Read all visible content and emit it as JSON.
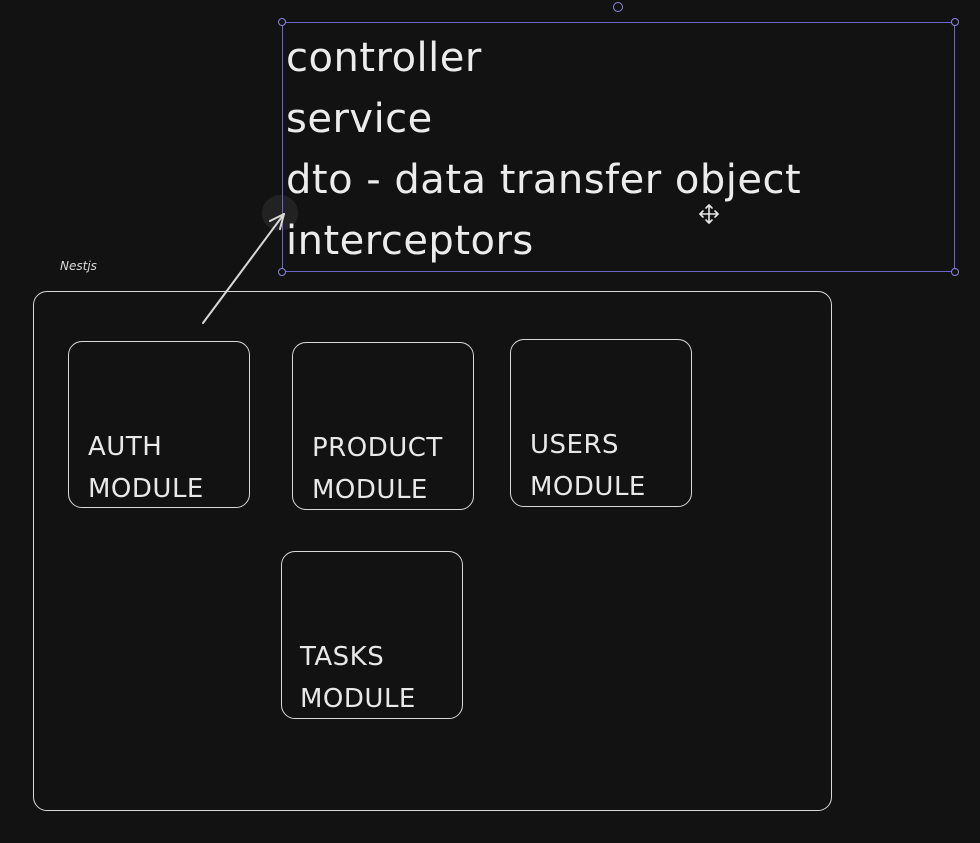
{
  "text_box": {
    "lines": [
      "controller",
      "service",
      "dto - data transfer object",
      "interceptors"
    ]
  },
  "container": {
    "label": "Nestjs"
  },
  "modules": [
    {
      "name": "AUTH",
      "suffix": "MODULE"
    },
    {
      "name": "PRODUCT",
      "suffix": "MODULE"
    },
    {
      "name": "USERS",
      "suffix": "MODULE"
    },
    {
      "name": "TASKS",
      "suffix": "MODULE"
    }
  ],
  "colors": {
    "background": "#121212",
    "stroke": "#d8d8d8",
    "selection": "#6b66c9"
  }
}
